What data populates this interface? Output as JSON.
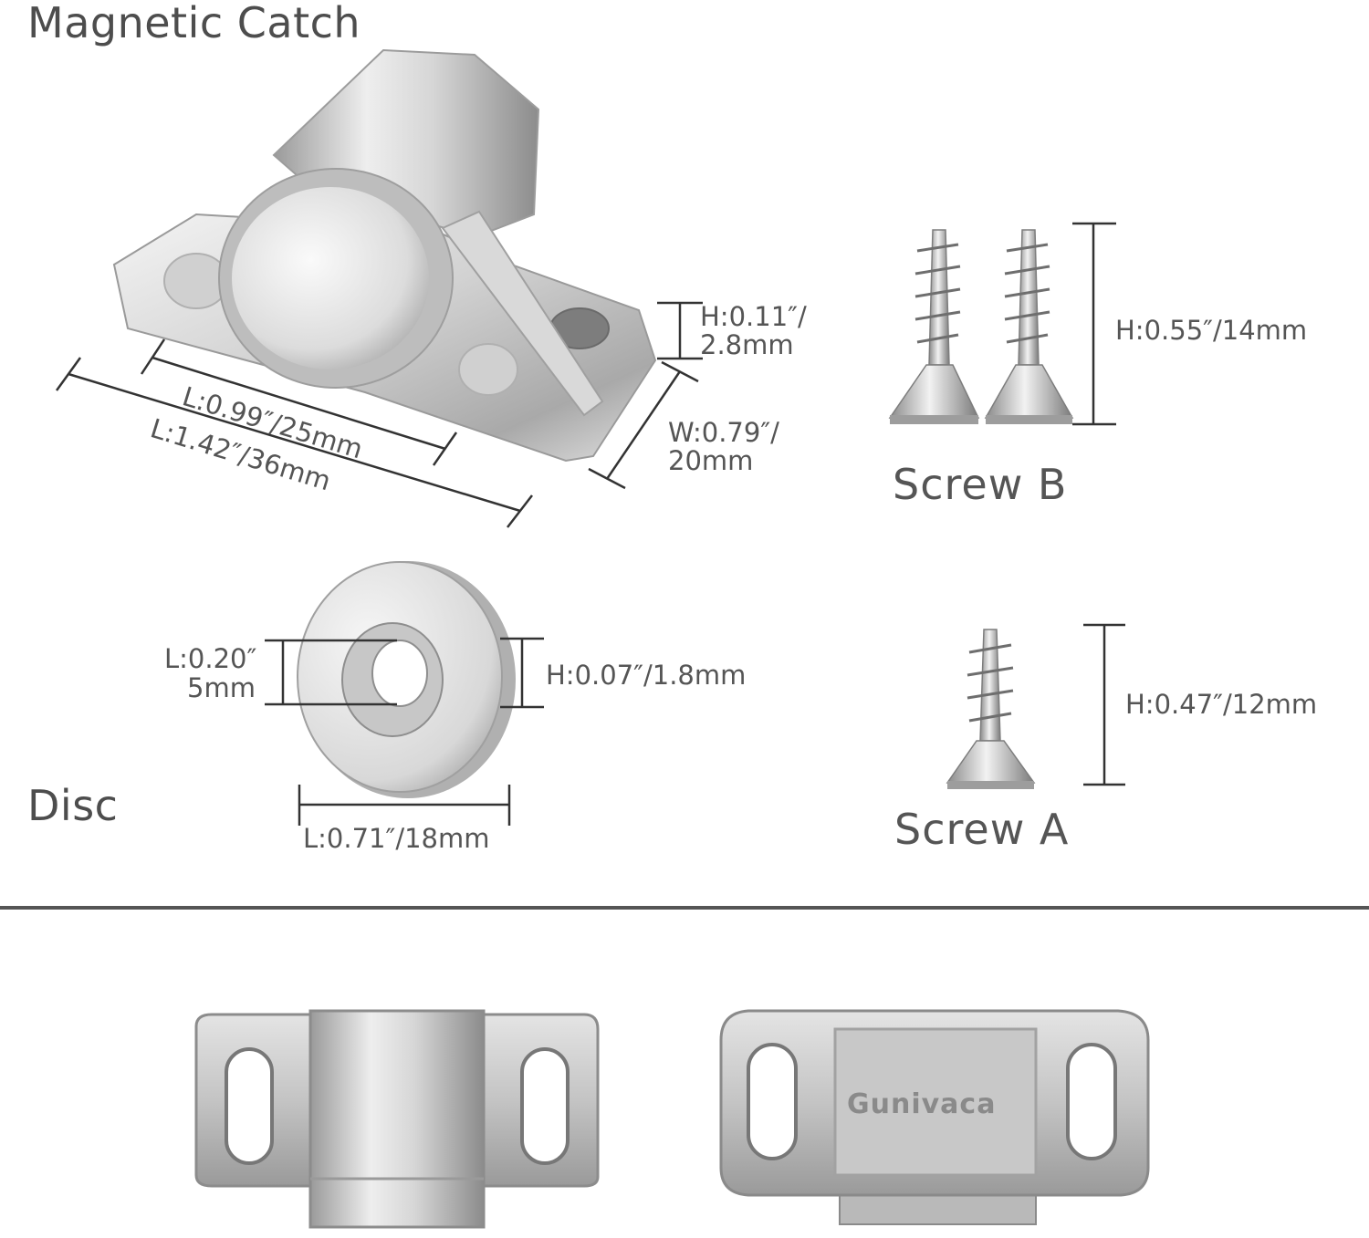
{
  "titles": {
    "magnetic_catch": "Magnetic Catch",
    "disc": "Disc",
    "screw_b": "Screw  B",
    "screw_a": "Screw  A"
  },
  "catch_dims": {
    "height_in": "H:0.11″/",
    "height_mm": "2.8mm",
    "width_in": "W:0.79″/",
    "width_mm": "20mm",
    "length_inner": "L:0.99″/25mm",
    "length_outer": "L:1.42″/36mm"
  },
  "disc_dims": {
    "hole_in": "L:0.20″",
    "hole_mm": "5mm",
    "height": "H:0.07″/1.8mm",
    "length": "L:0.71″/18mm"
  },
  "screw_dims": {
    "screw_b_height": "H:0.55″/14mm",
    "screw_a_height": "H:0.47″/12mm"
  },
  "brand": {
    "embossed_text": "Gunivaca"
  },
  "colors": {
    "metal_light": "#eeeeee",
    "metal_mid": "#c9c9c9",
    "metal_dark": "#8f8f8f",
    "divider": "#555555",
    "dimension_line": "#333333"
  }
}
